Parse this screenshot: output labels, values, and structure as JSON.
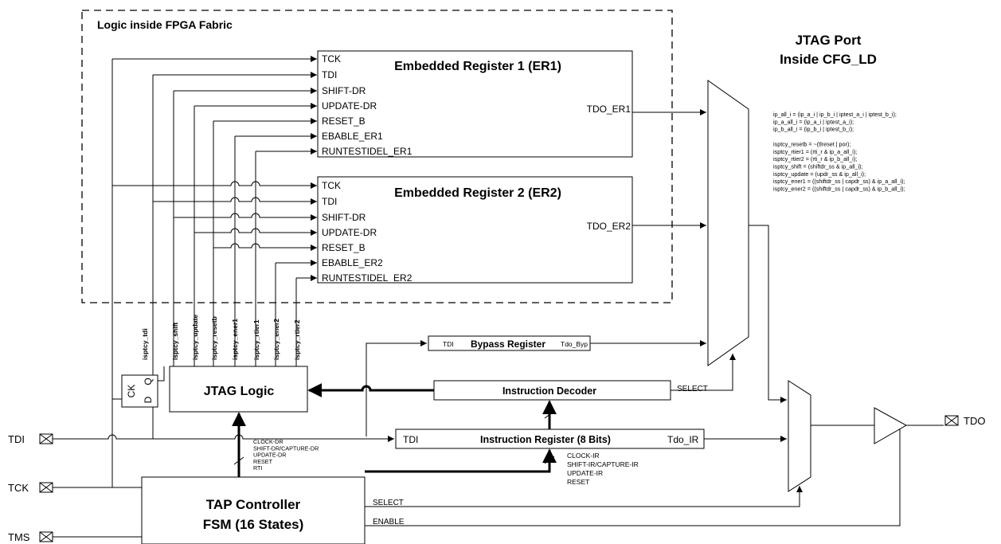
{
  "fabric": {
    "label": "Logic inside FPGA Fabric"
  },
  "port": {
    "line1": "JTAG Port",
    "line2": "Inside CFG_LD"
  },
  "er1": {
    "title": "Embedded Register 1 (ER1)",
    "inputs": [
      "TCK",
      "TDI",
      "SHIFT-DR",
      "UPDATE-DR",
      "RESET_B",
      "EBABLE_ER1",
      "RUNTESTIDEL_ER1"
    ],
    "output": "TDO_ER1"
  },
  "er2": {
    "title": "Embedded Register 2 (ER2)",
    "inputs": [
      "TCK",
      "TDI",
      "SHIFT-DR",
      "UPDATE-DR",
      "RESET_B",
      "EBABLE_ER2",
      "RUNTESTIDEL_ER2"
    ],
    "output": "TDO_ER2"
  },
  "equations": [
    "ip_all_i    = (ip_a_i | ip_b_i | iptest_a_i | iptest_b_i);",
    "ip_a_all_i = (ip_a_i | iptest_a_i);",
    "ip_b_all_i = (ip_b_i | iptest_b_i);",
    "",
    "isptcy_resetb  = ~(tlreset | por);",
    "isptcy_rtier1   = (rti_r & ip_a_all_i);",
    "isptcy_rtier2   = (rti_r & ip_b_all_i);",
    "isptcy_shift     = (shiftdr_ss & ip_all_i);",
    "isptcy_update  = (updr_ss & ip_all_i);",
    "isptcy_ener1   = ((shiftdr_ss | capdr_ss) & ip_a_all_i);",
    "isptcy_ener2   = ((shiftdr_ss | capdr_ss) & ip_b_all_i);"
  ],
  "signals": [
    "isptcy_tdi",
    "isptcy_shift",
    "isptcy_update",
    "isptcy_resetb",
    "isptcy_ener1",
    "isptcy_rtier1",
    "isptcy_ener2",
    "isptcy_rtier2"
  ],
  "flipflop": {
    "ck": "CK",
    "q": "Q",
    "d": "D"
  },
  "jtag_logic": {
    "title": "JTAG Logic"
  },
  "bypass": {
    "tdi": "TDI",
    "title": "Bypass Register",
    "out": "Tdo_Byp"
  },
  "decoder": {
    "title": "Instruction Decoder",
    "select": "SELECT"
  },
  "ir": {
    "tdi": "TDI",
    "title": "Instruction Register (8 Bits)",
    "out": "Tdo_IR"
  },
  "dr_ctrl": [
    "CLOCK-DR",
    "SHIFT-DR/CAPTURE-DR",
    "UPDATE-DR",
    "RESET",
    "RTI"
  ],
  "ir_ctrl": [
    "CLOCK-IR",
    "SHIFT-IR/CAPTURE-IR",
    "UPDATE-IR",
    "RESET"
  ],
  "tap": {
    "line1": "TAP Controller",
    "line2": "FSM (16 States)",
    "select": "SELECT",
    "enable": "ENABLE"
  },
  "pins": {
    "tdi": "TDI",
    "tck": "TCK",
    "tms": "TMS",
    "tdo": "TDO"
  }
}
